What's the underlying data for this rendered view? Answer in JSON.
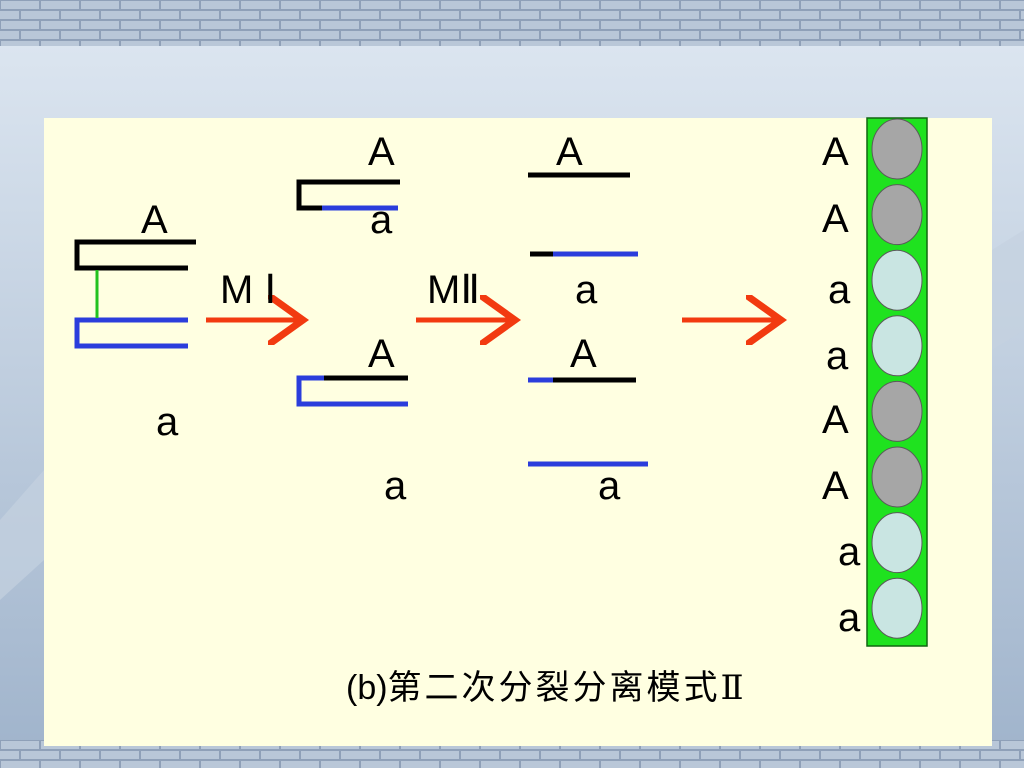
{
  "colors": {
    "dominant_chromatid": "#000000",
    "recessive_chromatid": "#2b3ddc",
    "synapsis_link": "#22c21e",
    "arrow": "#f23a10",
    "ascus": "#1fe21f",
    "spore_A": "#a6a6a6",
    "spore_a": "#c9e5e2",
    "panel": "#ffffe1"
  },
  "stage_labels": {
    "mI": "M Ⅰ",
    "mII": "MⅡ"
  },
  "allele_labels": {
    "start_top": "A",
    "start_bottom": "a",
    "mI_upper_top": "A",
    "mI_upper_bottom": "a",
    "mI_lower_top": "A",
    "mI_lower_bottom": "a",
    "mII_1": "A",
    "mII_2": "a",
    "mII_3": "A",
    "mII_4": "a"
  },
  "ascus": {
    "spores": [
      {
        "allele": "A",
        "label": "A"
      },
      {
        "allele": "A",
        "label": "A"
      },
      {
        "allele": "a",
        "label": "a"
      },
      {
        "allele": "a",
        "label": "a"
      },
      {
        "allele": "A",
        "label": "A"
      },
      {
        "allele": "A",
        "label": "A"
      },
      {
        "allele": "a",
        "label": "a"
      },
      {
        "allele": "a",
        "label": "a"
      }
    ]
  },
  "caption": {
    "prefix": "(b)",
    "text": "第二次分裂分离模式Ⅱ"
  }
}
